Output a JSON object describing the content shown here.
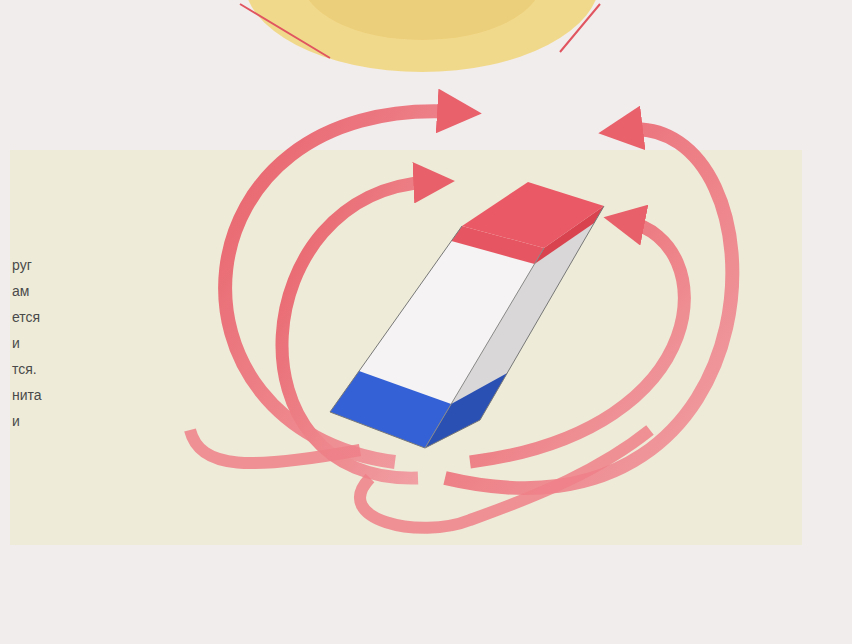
{
  "diagram": {
    "labels": [
      "руг",
      "ам",
      "ется",
      "и",
      "тся.",
      "нита",
      "и"
    ]
  }
}
